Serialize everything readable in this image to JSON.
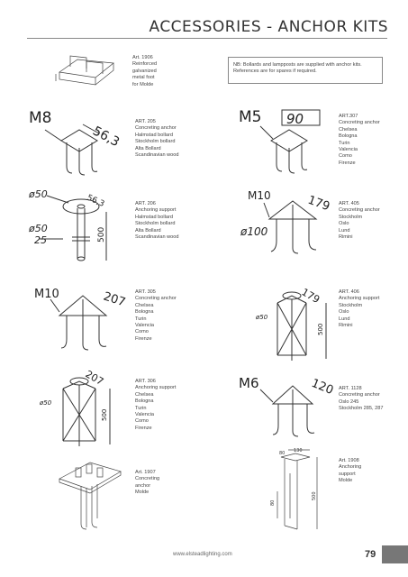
{
  "header": {
    "title": "ACCESSORIES - ANCHOR KITS"
  },
  "note": {
    "lines": [
      "NB: Bollards and lampposts are supplied with anchor kits.",
      "References are for spares if required."
    ]
  },
  "items": [
    {
      "lines": [
        "Art. 1906",
        "Reinforced",
        "galvanized",
        "metal foot",
        "for Molde"
      ]
    },
    {
      "lines": [
        "ART. 205",
        "Concreting anchor",
        "Halmstad bollard",
        "Stockholm bollard",
        "Alta Bollard",
        "Scandinavian wood"
      ]
    },
    {
      "lines": [
        "ART.307",
        "Concreting anchor",
        "Chelsea",
        "Bologna",
        "Turin",
        "Valencia",
        "Como",
        "Firenze"
      ]
    },
    {
      "lines": [
        "ART. 206",
        "Anchoring support",
        "Halmstad bollard",
        "Stockholm bollard",
        "Alta Bollard",
        "Scandinavian wood"
      ]
    },
    {
      "lines": [
        "ART. 405",
        "Concreting anchor",
        "Stockholm",
        "Oslo",
        "Lund",
        "Rimini"
      ]
    },
    {
      "lines": [
        "ART. 305",
        "Concreting anchor",
        "Chelsea",
        "Bologna",
        "Turin",
        "Valencia",
        "Como",
        "Firenze"
      ]
    },
    {
      "lines": [
        "ART. 406",
        "Anchoring support",
        "Stockholm",
        "Oslo",
        "Lund",
        "Rimini"
      ]
    },
    {
      "lines": [
        "ART. 306",
        "Anchoring support",
        "Chelsea",
        "Bologna",
        "Turin",
        "Valencia",
        "Como",
        "Firenze"
      ]
    },
    {
      "lines": [
        "ART. 1128",
        "Concreting anchor",
        "Oslo 245",
        "Stockholm 285, 287"
      ]
    },
    {
      "lines": [
        "Art. 1907",
        "Concreting",
        "anchor",
        "Molde"
      ]
    },
    {
      "lines": [
        "Art. 1908",
        "Anchoring",
        "support",
        "Molde"
      ]
    }
  ],
  "drawings": {
    "d205": {
      "thread": "M8",
      "dim": "56,3"
    },
    "d307": {
      "thread": "M5",
      "dim": "90"
    },
    "d206": {
      "dia_top": "ø50",
      "dim": "56,3",
      "dia_side": "ø50",
      "offset": "25",
      "height": "500"
    },
    "d405": {
      "thread": "M10",
      "dim": "179",
      "dia": "ø100"
    },
    "d305": {
      "thread": "M10",
      "dim": "207"
    },
    "d406": {
      "dim": "179",
      "dia": "ø50",
      "height": "500"
    },
    "d306": {
      "dim": "207",
      "dia": "ø50",
      "height": "500"
    },
    "d1128": {
      "thread": "M6",
      "dim": "120"
    },
    "d1908": {
      "dim_a": "130",
      "dim_b": "80",
      "height": "500",
      "dim_c": "80"
    }
  },
  "footer": {
    "url": "www.elsteadlighting.com",
    "page_number": "79"
  },
  "colors": {
    "text": "#333333",
    "rule": "#888888",
    "footer_block": "#777777"
  }
}
